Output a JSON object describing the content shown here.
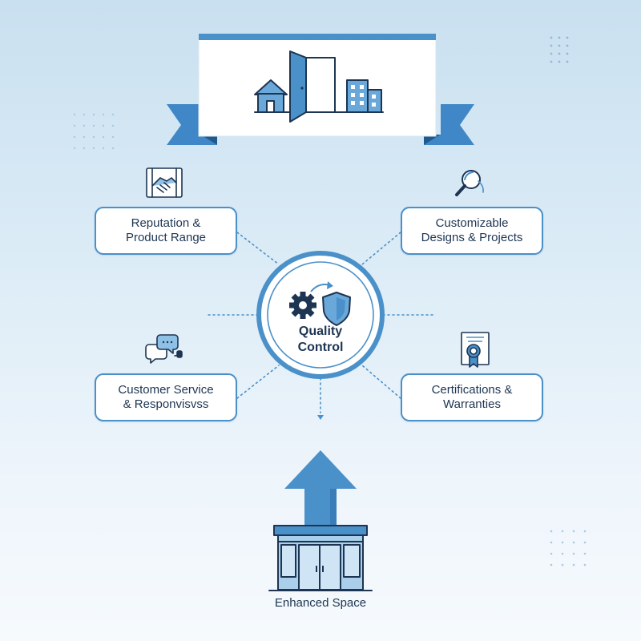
{
  "diagram": {
    "banner": {
      "icon": "home-door-buildings-icon"
    },
    "center": {
      "label_line1": "Quality",
      "label_line2": "Control",
      "icons": [
        "gear-icon",
        "arrow-icon",
        "shield-icon"
      ]
    },
    "nodes": {
      "top_left": {
        "line1": "Reputation &",
        "line2": "Product Range",
        "icon": "handshake-icon"
      },
      "top_right": {
        "line1": "Customizable",
        "line2": "Designs & Projects",
        "icon": "magnifier-icon"
      },
      "bottom_left": {
        "line1": "Customer Service",
        "line2": "& Responvisvss",
        "icon": "chat-headset-icon"
      },
      "bottom_right": {
        "line1": "Certifications &",
        "line2": "Warranties",
        "icon": "certificate-icon"
      }
    },
    "output": {
      "label": "Enhanced Space",
      "icon": "storefront-icon",
      "arrow": "up-arrow-icon"
    },
    "colors": {
      "accent": "#4a90c9",
      "dark": "#1d3552",
      "light": "#dcecf8"
    }
  }
}
